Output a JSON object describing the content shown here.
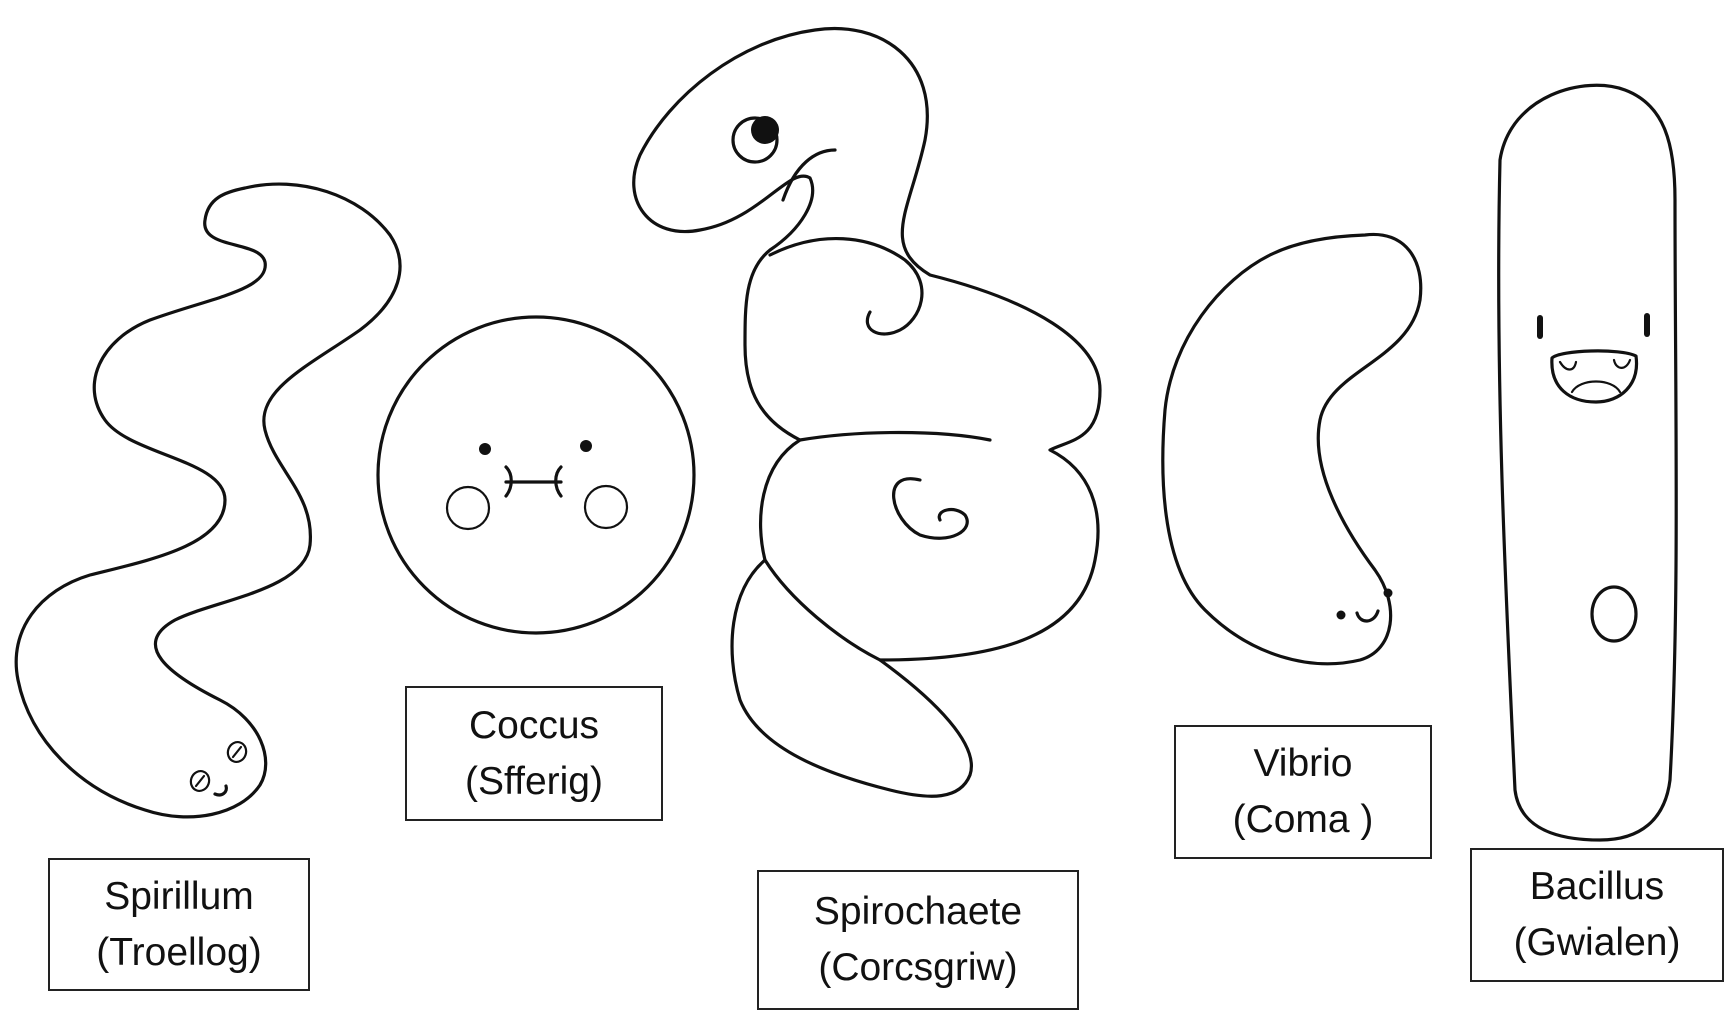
{
  "bacteria": [
    {
      "name": "Spirillum",
      "welsh": "(Troellog)"
    },
    {
      "name": "Coccus",
      "welsh": "(Sfferig)"
    },
    {
      "name": "Spirochaete",
      "welsh": "(Corcsgriw)"
    },
    {
      "name": "Vibrio",
      "welsh": "(Coma )"
    },
    {
      "name": "Bacillus",
      "welsh": "(Gwialen)"
    }
  ]
}
